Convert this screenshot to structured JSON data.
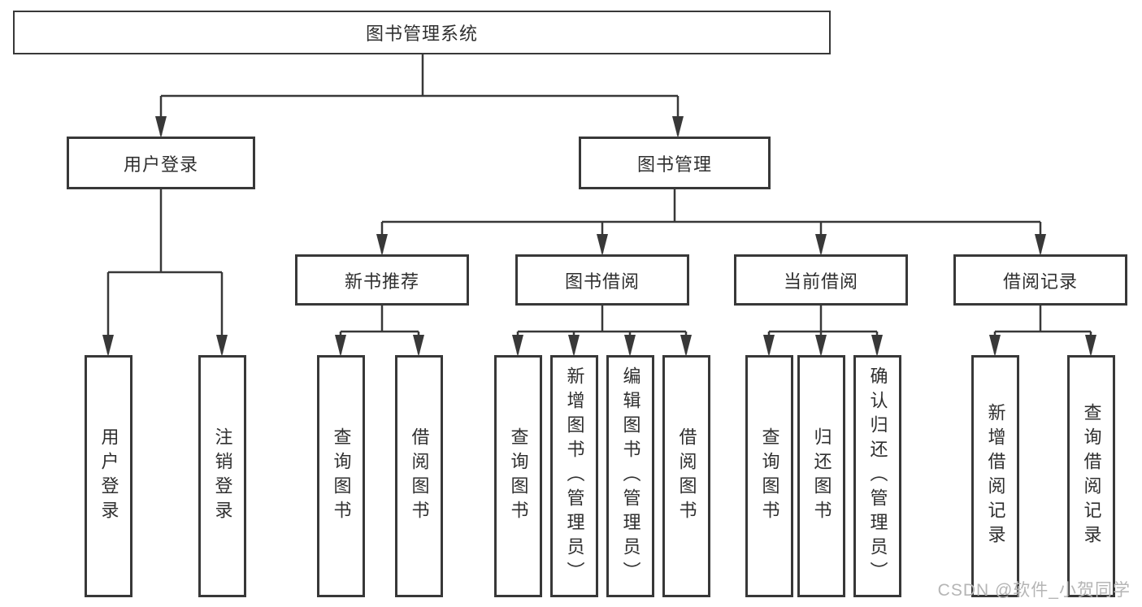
{
  "diagram": {
    "nodes": {
      "root": "图书管理系统",
      "user_login": "用户登录",
      "book_management": "图书管理",
      "new_book_recommend": "新书推荐",
      "book_borrowing": "图书借阅",
      "current_borrowing": "当前借阅",
      "borrowing_records": "借阅记录",
      "leaves": {
        "user_login": "用户登录",
        "logout": "注销登录",
        "query_books_1": "查询图书",
        "borrow_books_1": "借阅图书",
        "query_books_2": "查询图书",
        "add_book_admin": "新增图书（管理员）",
        "edit_book_admin": "编辑图书（管理员）",
        "borrow_books_2": "借阅图书",
        "query_books_3": "查询图书",
        "return_books": "归还图书",
        "confirm_return_admin": "确认归还（管理员）",
        "add_borrow_record": "新增借阅记录",
        "query_borrow_record": "查询借阅记录"
      }
    },
    "watermark": "CSDN @软件_小贺同学",
    "colors": {
      "line": "#383838",
      "text": "#2f2f2f",
      "watermark": "#b5b5b5",
      "background": "#ffffff"
    }
  }
}
